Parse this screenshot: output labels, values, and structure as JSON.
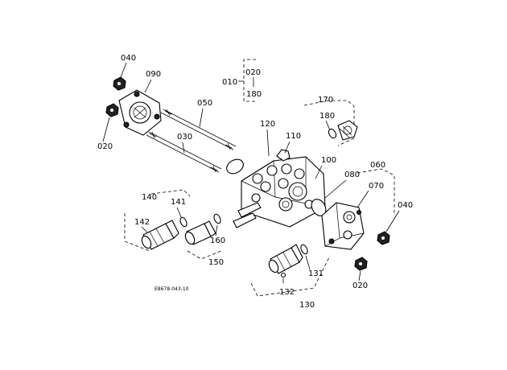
{
  "diagram": {
    "drawing_code": "E8678-043-10",
    "part_labels": {
      "p010": "010",
      "p020_top": "020",
      "p180_top": "180",
      "p040_left": "040",
      "p090": "090",
      "p050": "050",
      "p020_left": "020",
      "p030": "030",
      "p120": "120",
      "p110": "110",
      "p170": "170",
      "p180_right": "180",
      "p100": "100",
      "p080": "080",
      "p060": "060",
      "p070": "070",
      "p040_right": "040",
      "p140": "140",
      "p141": "141",
      "p142": "142",
      "p160": "160",
      "p150": "150",
      "p131": "131",
      "p132": "132",
      "p130": "130",
      "p020_bottom": "020"
    }
  }
}
